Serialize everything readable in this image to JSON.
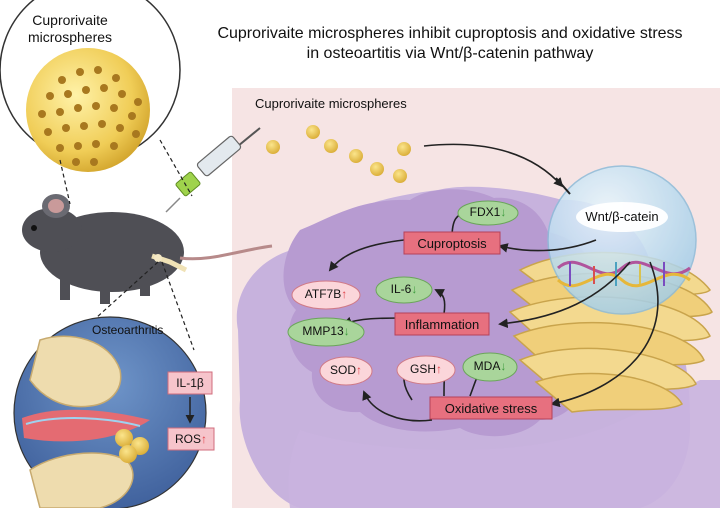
{
  "title_line1": "Cuprorivaite microspheres inhibit cuproptosis and oxidative stress",
  "title_line2": "in osteoartitis via Wnt/β-catenin pathway",
  "inset_top_label_line1": "Cuprorivaite",
  "inset_top_label_line2": "microspheres",
  "panel_label": "Cuprorivaite microspheres",
  "receptor_label": "Wnt/β-catein",
  "osteo_label": "Osteoarthritis",
  "boxes": {
    "cuproptosis": "Cuproptosis",
    "inflammation": "Inflammation",
    "oxidative": "Oxidative stress",
    "il1b": "IL-1β",
    "ros": "ROS"
  },
  "markers": {
    "fdx1": "FDX1",
    "il6": "IL-6",
    "atf7b": "ATF7B",
    "mmp13": "MMP13",
    "sod": "SOD",
    "gsh": "GSH",
    "mda": "MDA"
  },
  "arrow_up": "↑",
  "arrow_down": "↓",
  "colors": {
    "pink_box": "#e7707f",
    "green_marker": "#a9d59b",
    "pink_marker": "#fbd6da",
    "up_arrow": "#e0424a",
    "down_arrow": "#3f9c3f",
    "cell_bg": "#f6e4e4",
    "cell": "#b79bd1",
    "cell_inner": "#e7dff1"
  }
}
